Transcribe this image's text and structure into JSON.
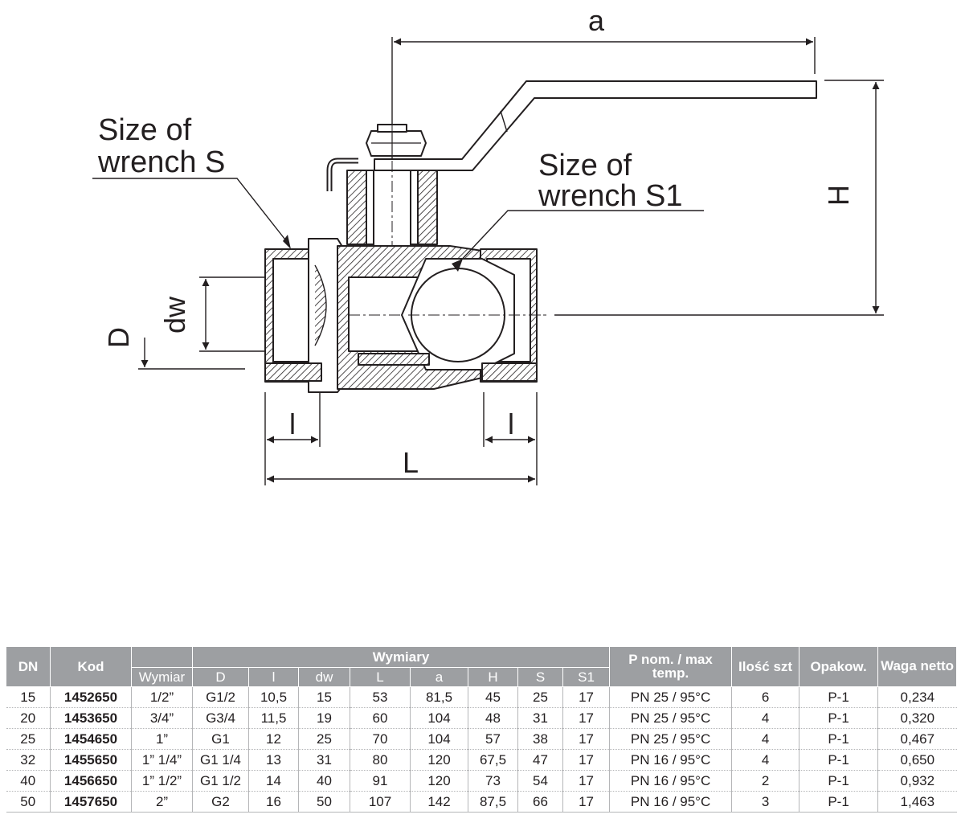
{
  "drawing": {
    "dim_a": "a",
    "dim_H": "H",
    "dim_D": "D",
    "dim_dw": "dw",
    "dim_l_left": "l",
    "dim_l_right": "l",
    "dim_L": "L",
    "wrench_s_line1": "Size of",
    "wrench_s_line2": "wrench S",
    "wrench_s1_line1": "Size of",
    "wrench_s1_line2": "wrench S1"
  },
  "table": {
    "headers": {
      "dn": "DN",
      "kod": "Kod",
      "wymiary": "Wymiary",
      "wymiar": "Wymiar",
      "d": "D",
      "l": "l",
      "dw": "dw",
      "L": "L",
      "a": "a",
      "H": "H",
      "S": "S",
      "S1": "S1",
      "pnom": "P nom. / max temp.",
      "ilosc": "Ilość szt",
      "opakow": "Opakow.",
      "waga": "Waga netto"
    },
    "rows": [
      {
        "dn": "15",
        "kod": "1452650",
        "wymiar": "1/2”",
        "d": "G1/2",
        "l": "10,5",
        "dw": "15",
        "L": "53",
        "a": "81,5",
        "H": "45",
        "S": "25",
        "S1": "17",
        "pnom": "PN 25 / 95°C",
        "ilosc": "6",
        "opakow": "P-1",
        "waga": "0,234"
      },
      {
        "dn": "20",
        "kod": "1453650",
        "wymiar": "3/4”",
        "d": "G3/4",
        "l": "11,5",
        "dw": "19",
        "L": "60",
        "a": "104",
        "H": "48",
        "S": "31",
        "S1": "17",
        "pnom": "PN 25 / 95°C",
        "ilosc": "4",
        "opakow": "P-1",
        "waga": "0,320"
      },
      {
        "dn": "25",
        "kod": "1454650",
        "wymiar": "1”",
        "d": "G1",
        "l": "12",
        "dw": "25",
        "L": "70",
        "a": "104",
        "H": "57",
        "S": "38",
        "S1": "17",
        "pnom": "PN 25 / 95°C",
        "ilosc": "4",
        "opakow": "P-1",
        "waga": "0,467"
      },
      {
        "dn": "32",
        "kod": "1455650",
        "wymiar": "1” 1/4”",
        "d": "G1 1/4",
        "l": "13",
        "dw": "31",
        "L": "80",
        "a": "120",
        "H": "67,5",
        "S": "47",
        "S1": "17",
        "pnom": "PN 16 / 95°C",
        "ilosc": "4",
        "opakow": "P-1",
        "waga": "0,650"
      },
      {
        "dn": "40",
        "kod": "1456650",
        "wymiar": "1” 1/2”",
        "d": "G1 1/2",
        "l": "14",
        "dw": "40",
        "L": "91",
        "a": "120",
        "H": "73",
        "S": "54",
        "S1": "17",
        "pnom": "PN 16 / 95°C",
        "ilosc": "2",
        "opakow": "P-1",
        "waga": "0,932"
      },
      {
        "dn": "50",
        "kod": "1457650",
        "wymiar": "2”",
        "d": "G2",
        "l": "16",
        "dw": "50",
        "L": "107",
        "a": "142",
        "H": "87,5",
        "S": "66",
        "S1": "17",
        "pnom": "PN 16 / 95°C",
        "ilosc": "3",
        "opakow": "P-1",
        "waga": "1,463"
      }
    ]
  }
}
